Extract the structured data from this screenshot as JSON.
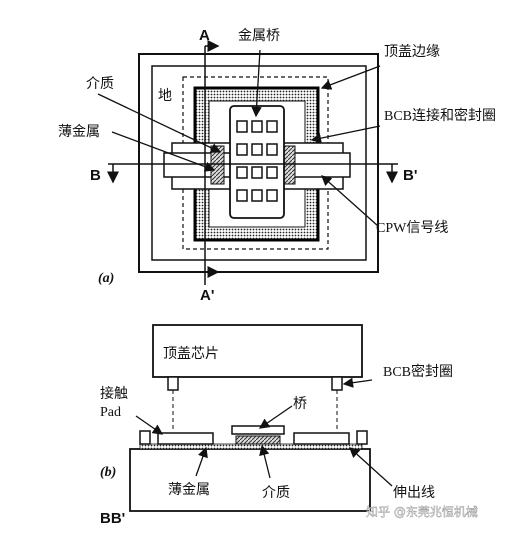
{
  "figure_a": {
    "panel_label": "(a)",
    "labels": {
      "bridge": "金属桥",
      "cap_edge": "顶盖边缘",
      "dielectric": "介质",
      "ground": "地",
      "bcb": "BCB连接和密封圈",
      "thin_metal": "薄金属",
      "cpw": "CPW信号线",
      "A": "A",
      "A_prime": "A'",
      "B": "B",
      "B_prime": "B'"
    }
  },
  "figure_b": {
    "panel_label": "(b)",
    "section_label": "BB'",
    "labels": {
      "cap_chip": "顶盖芯片",
      "bcb_seal": "BCB密封圈",
      "contact": "接触",
      "pad": "Pad",
      "bridge": "桥",
      "thin_metal": "薄金属",
      "dielectric": "介质",
      "lead_out": "伸出线"
    }
  },
  "watermark": "知乎 @东莞兆恒机械"
}
